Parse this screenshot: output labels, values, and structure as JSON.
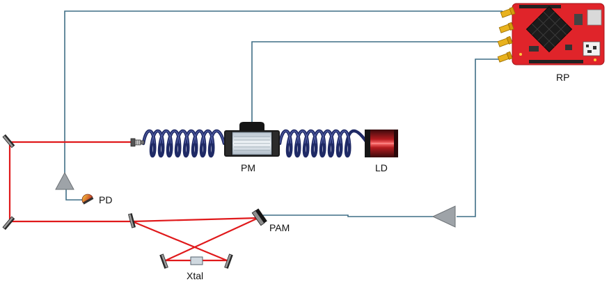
{
  "labels": {
    "rp": "RP",
    "pm": "PM",
    "ld": "LD",
    "pd": "PD",
    "pam": "PAM",
    "xtal": "Xtal"
  },
  "colors": {
    "laser_beam": "#e0191b",
    "signal_wire": "#3f6e85",
    "fiber": "#1f2a66",
    "board": "#e0242a",
    "chip": "#1c1c1c",
    "connector": "#e8b21e",
    "amplifier": "#9ea3a8",
    "mirror": "#3a3a3a",
    "modulator_body": "#dfe7ee"
  },
  "icons": [
    "red-pitaya-board-icon",
    "phase-modulator-icon",
    "laser-diode-icon",
    "fiber-coil-icon",
    "fiber-collimator-icon",
    "photodiode-icon",
    "piezo-actuated-mirror-icon",
    "amplifier-triangle-icon",
    "mirror-icon",
    "nonlinear-crystal-icon"
  ]
}
